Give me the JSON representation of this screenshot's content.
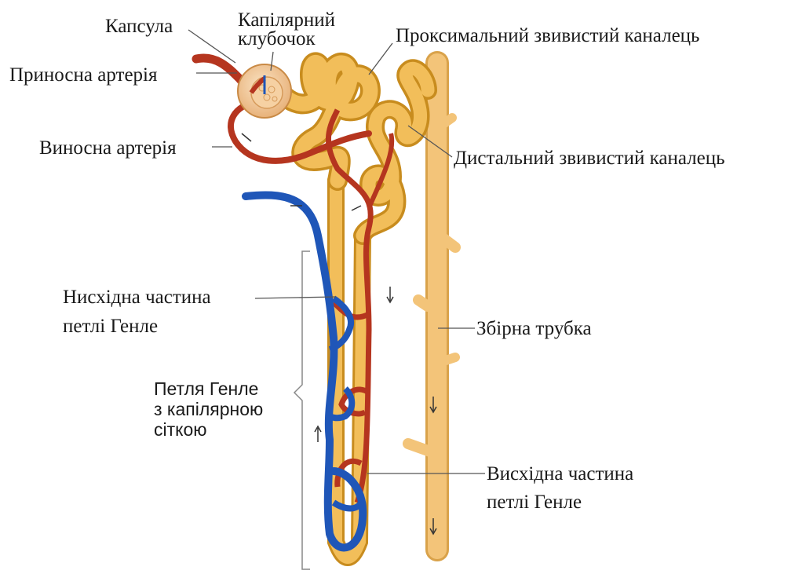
{
  "labels": {
    "capsule": "Капсула",
    "glomerulus_line1": "Капілярний",
    "glomerulus_line2": "клубочок",
    "proximal_tubule": "Проксимальний звивистий каналець",
    "afferent_artery": "Приносна артерія",
    "efferent_artery": "Виносна артерія",
    "distal_tubule": "Дистальний звивистий каналець",
    "descending_limb_line1": "Нисхідна частина",
    "descending_limb_line2": "петлі Генле",
    "collecting_duct": "Збірна трубка",
    "henle_loop_line1": "Петля Генле",
    "henle_loop_line2": "з капілярною",
    "henle_loop_line3": "сіткою",
    "ascending_limb_line1": "Висхідна частина",
    "ascending_limb_line2": "петлі Генле"
  },
  "colors": {
    "tubule": "#f2be5a",
    "tubule_outline": "#c88c1e",
    "artery": "#b5351f",
    "vein": "#1f56b8",
    "duct": "#f3c479",
    "capsule": "#f2c79a"
  }
}
